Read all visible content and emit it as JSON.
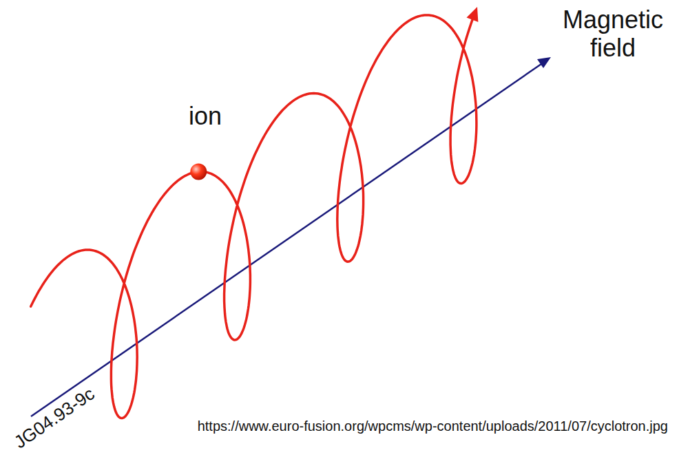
{
  "diagram": {
    "labels": [
      "Magnetic field",
      "ion",
      "JG04.93-9c",
      "https://www.euro-fusion.org/wpcms/wp-content/uploads/2011/07/cyclotron.jpg"
    ]
  }
}
